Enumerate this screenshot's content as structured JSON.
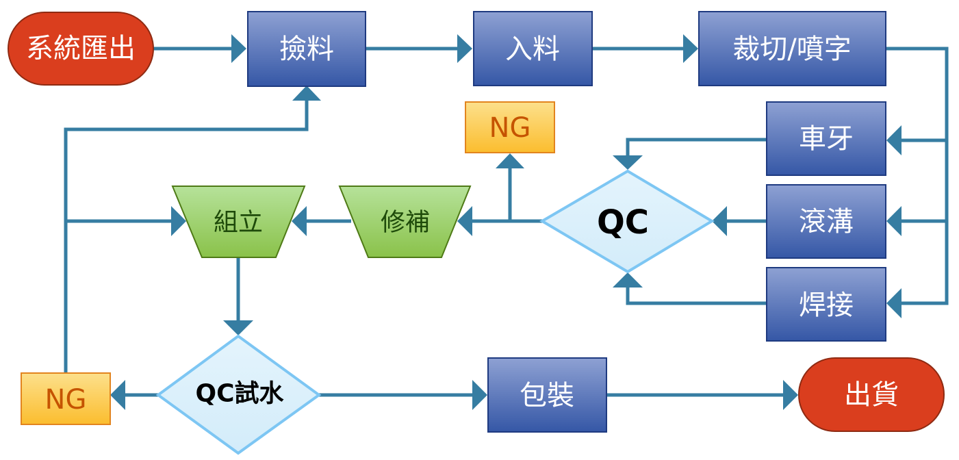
{
  "title": "Production process flowchart",
  "colors": {
    "connector": "#367DA2",
    "terminal_fill": "#DA3E1E",
    "terminal_stroke": "#8E2A12",
    "process_top": "#8EA1D3",
    "process_bottom": "#3557A6",
    "process_stroke": "#1E3A80",
    "manual_top": "#B6E29A",
    "manual_bottom": "#8AC24A",
    "manual_stroke": "#4E7A16",
    "manual_text": "#1E4A0A",
    "decision_fill": "#DDF0FB",
    "decision_stroke": "#7DC6F3",
    "ng_top": "#FCE08C",
    "ng_bottom": "#FBBD2E",
    "ng_stroke": "#E2841E",
    "ng_text": "#C55300"
  },
  "nodes": {
    "export": {
      "label": "系統匯出",
      "type": "terminal"
    },
    "picking": {
      "label": "撿料",
      "type": "process"
    },
    "intake": {
      "label": "入料",
      "type": "process"
    },
    "cut_print": {
      "label": "裁切/噴字",
      "type": "process"
    },
    "threading": {
      "label": "車牙",
      "type": "process"
    },
    "grooving": {
      "label": "滾溝",
      "type": "process"
    },
    "welding": {
      "label": "焊接",
      "type": "process"
    },
    "qc": {
      "label": "QC",
      "type": "decision"
    },
    "ng_top": {
      "label": "NG",
      "type": "ng"
    },
    "repair": {
      "label": "修補",
      "type": "manual"
    },
    "assembly": {
      "label": "組立",
      "type": "manual"
    },
    "qc_water": {
      "label": "QC試水",
      "type": "decision"
    },
    "ng_bottom": {
      "label": "NG",
      "type": "ng"
    },
    "packing": {
      "label": "包裝",
      "type": "process"
    },
    "shipping": {
      "label": "出貨",
      "type": "terminal"
    }
  },
  "edges": [
    {
      "from": "export",
      "to": "picking"
    },
    {
      "from": "picking",
      "to": "intake"
    },
    {
      "from": "intake",
      "to": "cut_print"
    },
    {
      "from": "cut_print",
      "to": "threading"
    },
    {
      "from": "cut_print",
      "to": "grooving"
    },
    {
      "from": "cut_print",
      "to": "welding"
    },
    {
      "from": "threading",
      "to": "qc"
    },
    {
      "from": "grooving",
      "to": "qc"
    },
    {
      "from": "welding",
      "to": "qc"
    },
    {
      "from": "qc",
      "to": "ng_top"
    },
    {
      "from": "qc",
      "to": "repair"
    },
    {
      "from": "repair",
      "to": "assembly"
    },
    {
      "from": "assembly",
      "to": "qc_water"
    },
    {
      "from": "qc_water",
      "to": "ng_bottom"
    },
    {
      "from": "qc_water",
      "to": "packing"
    },
    {
      "from": "ng_bottom",
      "to": "picking"
    },
    {
      "from": "ng_bottom",
      "to": "assembly"
    },
    {
      "from": "packing",
      "to": "shipping"
    }
  ]
}
